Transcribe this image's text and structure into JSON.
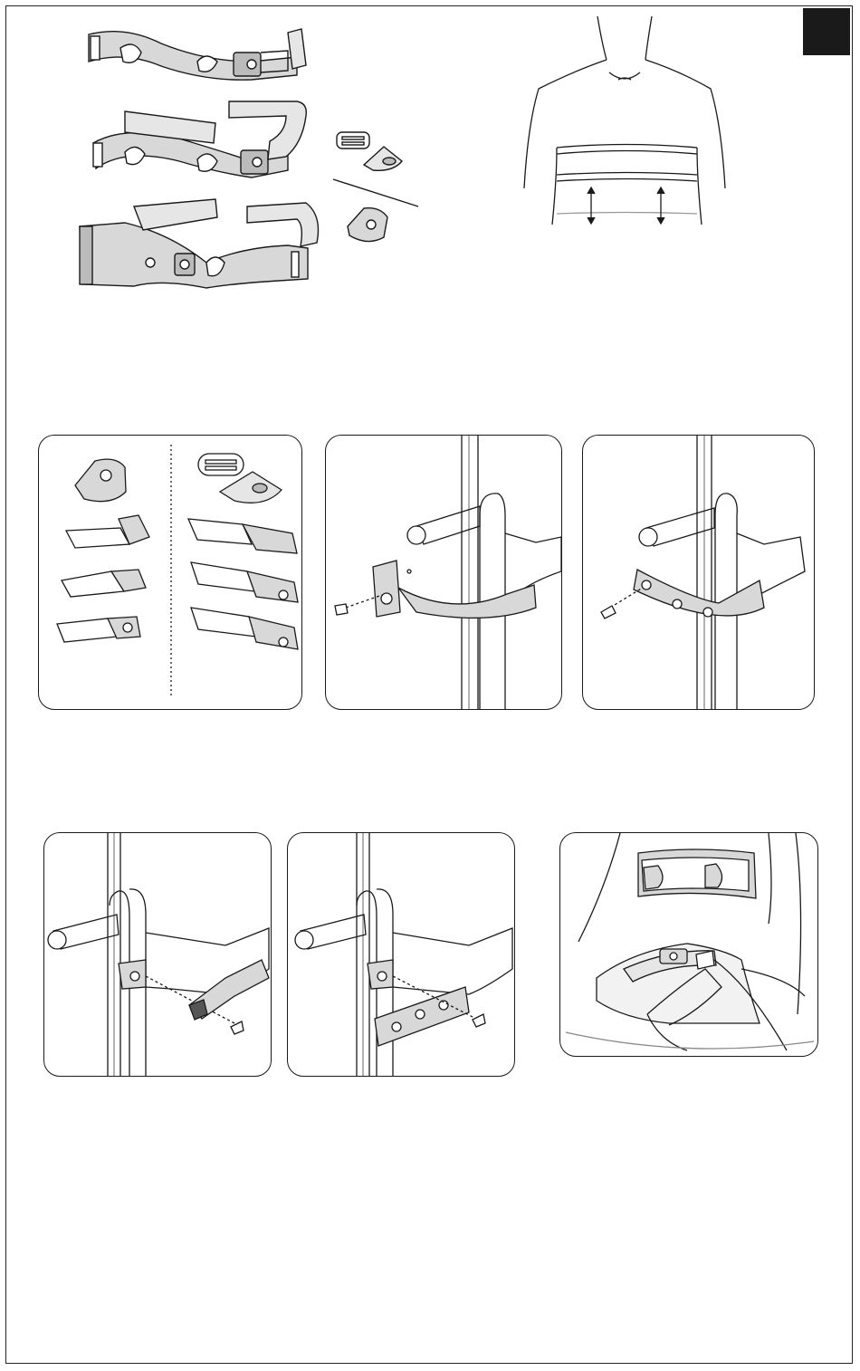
{
  "page": {
    "title": "",
    "figures": [
      {
        "id": "belt-variants",
        "icon": "belt-variants-illustration"
      },
      {
        "id": "buckle-parts",
        "icon": "buckle-parts-illustration"
      },
      {
        "id": "torso-fit",
        "icon": "torso-fit-illustration"
      },
      {
        "id": "assembly-steps",
        "icon": "strap-assembly-illustration"
      },
      {
        "id": "mount-clip-frame",
        "icon": "frame-clip-mount-illustration"
      },
      {
        "id": "mount-plate-frame",
        "icon": "frame-plate-mount-illustration"
      },
      {
        "id": "mount-clip-frame-alt",
        "icon": "frame-clip-bracket-illustration"
      },
      {
        "id": "mount-plate-frame-alt",
        "icon": "frame-bracket-plate-illustration"
      },
      {
        "id": "belt-in-use",
        "icon": "seated-user-illustration"
      }
    ]
  },
  "colors": {
    "line": "#1a1a1a",
    "fill": "#d8d8d8",
    "tab": "#1a1a1a"
  }
}
